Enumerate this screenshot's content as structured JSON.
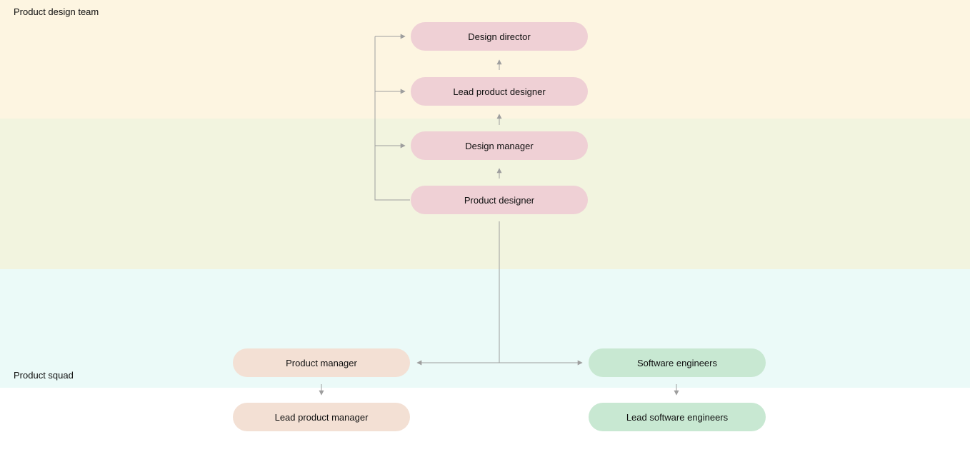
{
  "colors": {
    "band_top": "#fdf5e1",
    "band_mid": "#f2f4df",
    "band_squad": "#ebfaf8",
    "node_design": "#efd0d5",
    "node_product": "#f3e0d4",
    "node_engineering": "#c8e8d2",
    "connector": "#9e9e9e"
  },
  "regions": {
    "design_team": "Product design team",
    "squad": "Product squad"
  },
  "nodes": {
    "design_director": "Design director",
    "lead_product_designer": "Lead product designer",
    "design_manager": "Design manager",
    "product_designer": "Product designer",
    "product_manager": "Product manager",
    "lead_product_manager": "Lead product manager",
    "software_engineers": "Software engineers",
    "lead_software_engineers": "Lead software engineers"
  }
}
